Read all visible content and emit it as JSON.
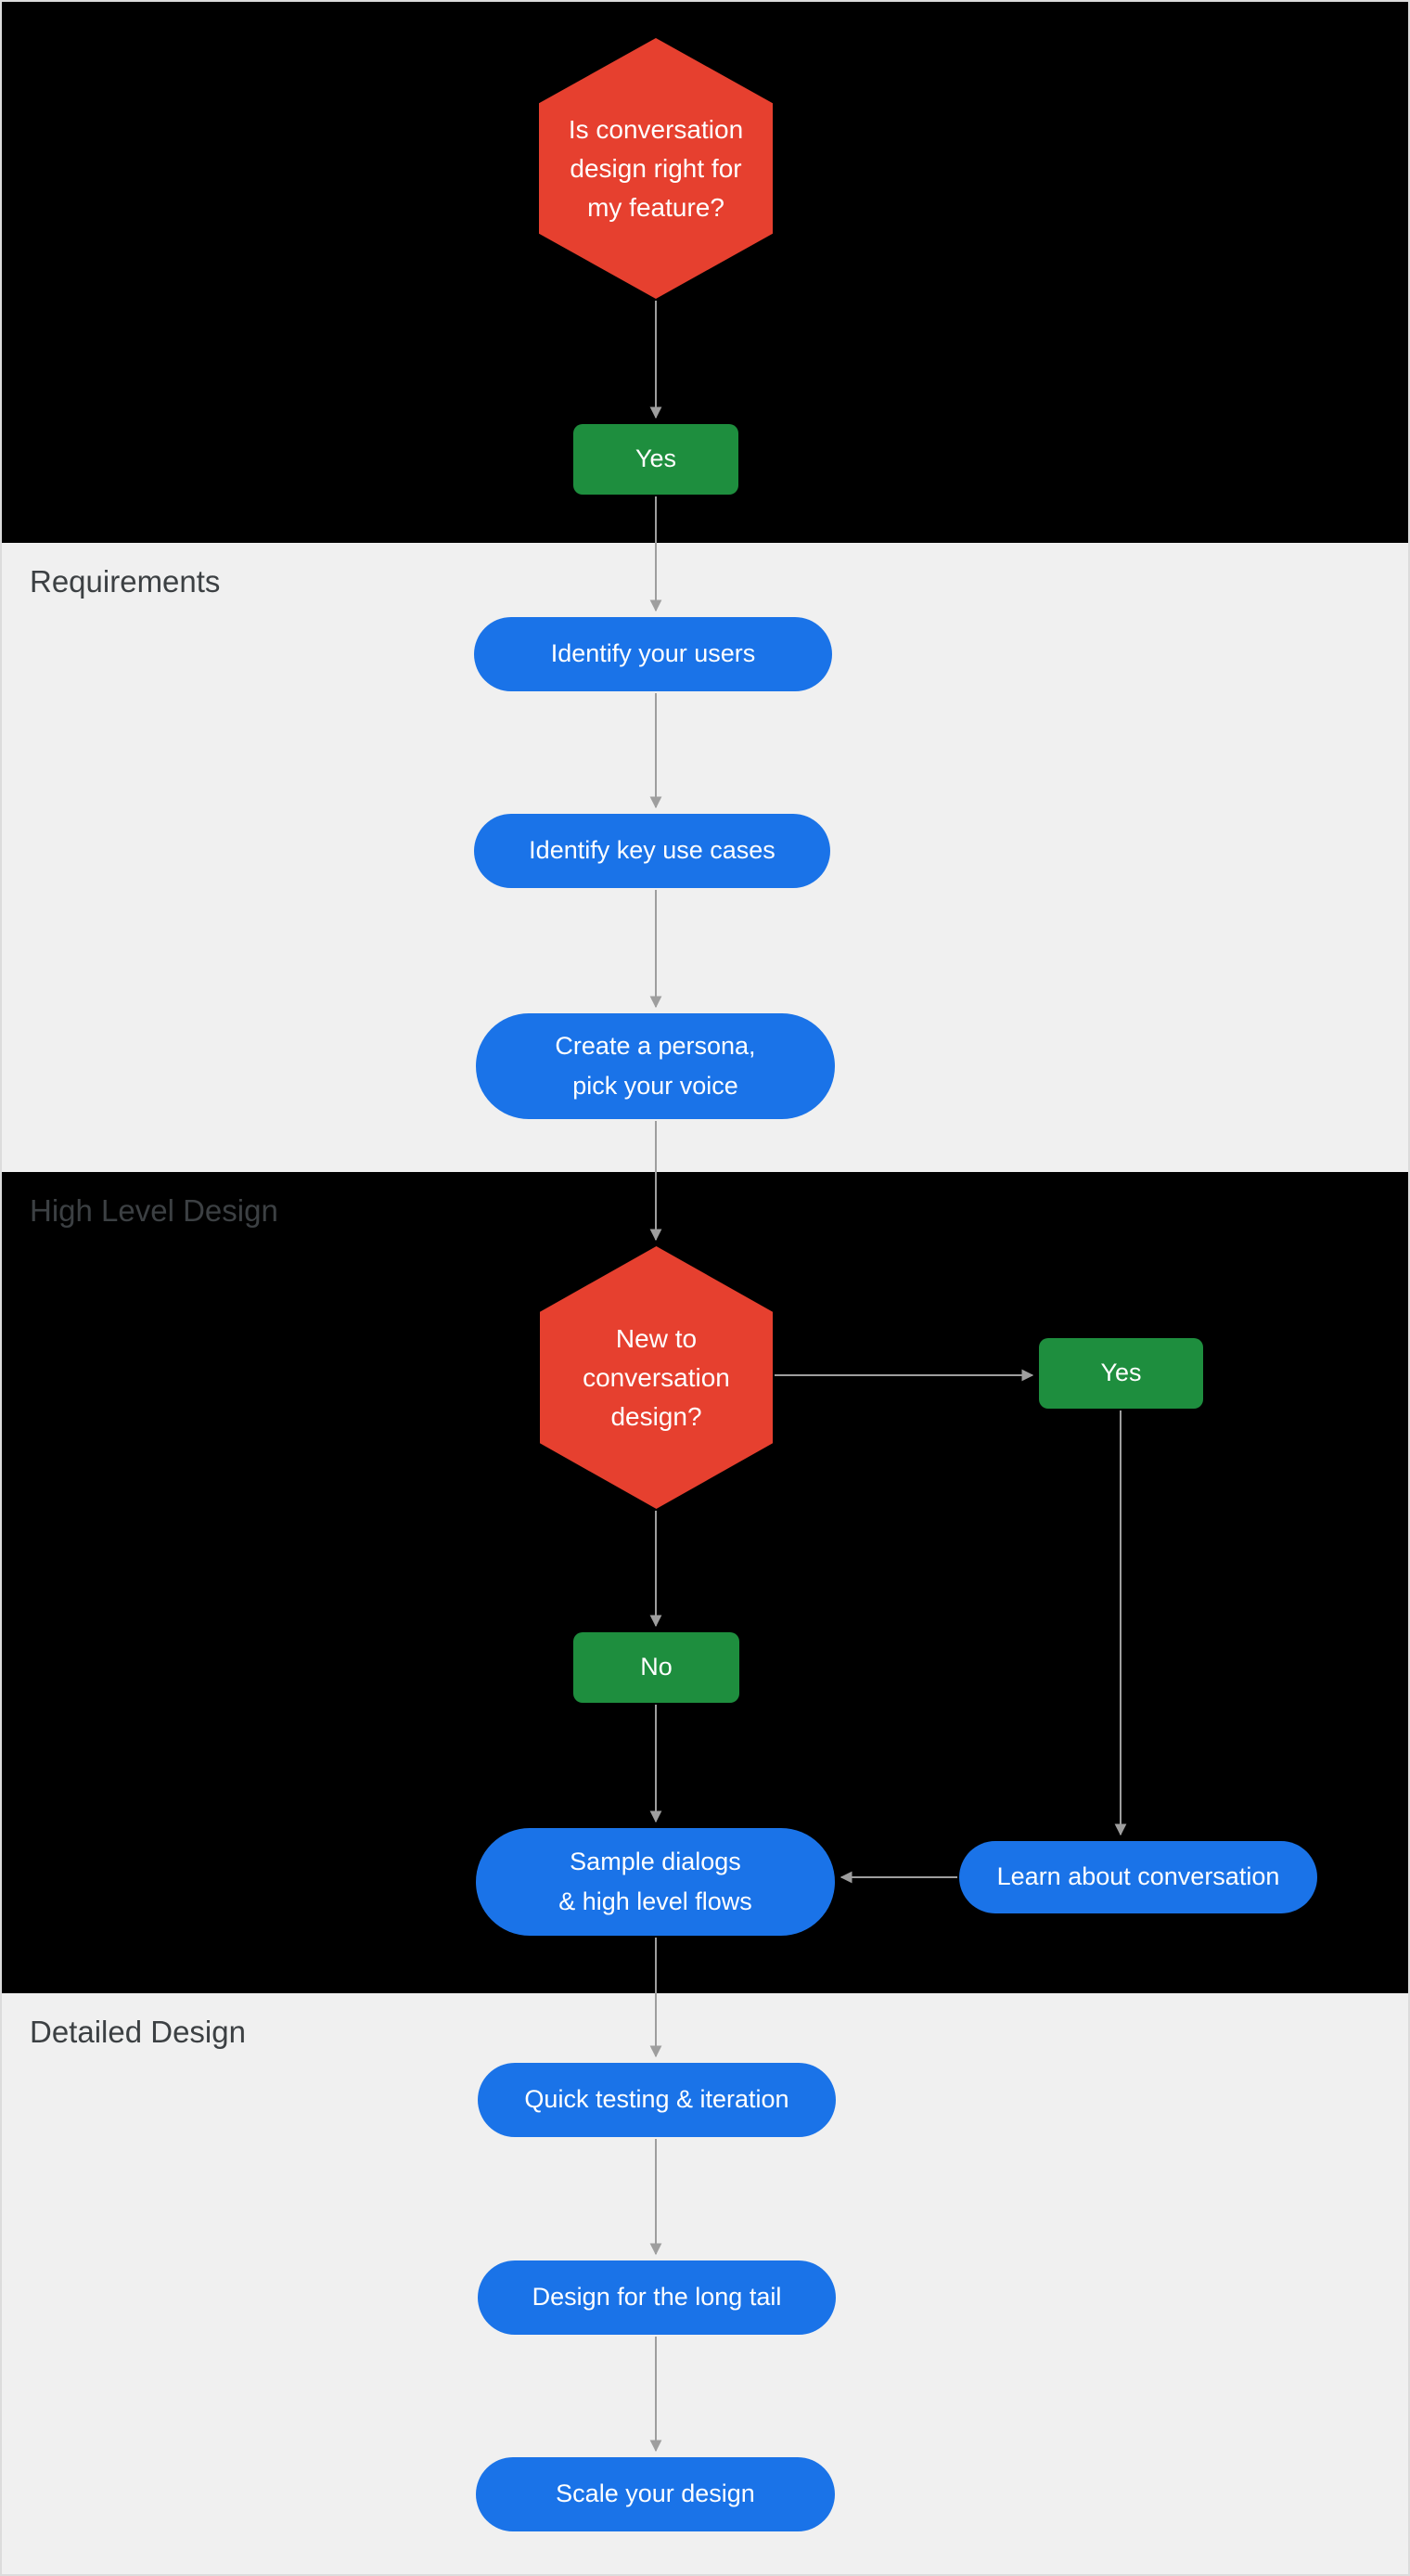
{
  "colors": {
    "decision_red": "#e6402f",
    "action_green": "#1e8e3e",
    "step_blue": "#1a73e8",
    "band_dark": "#000000",
    "band_light": "#f0f0f0",
    "arrow_gray": "#9e9e9e",
    "section_label": "#3c4043",
    "node_text": "#ffffff"
  },
  "sections": {
    "requirements": {
      "label": "Requirements"
    },
    "high_level_design": {
      "label": "High Level Design"
    },
    "detailed_design": {
      "label": "Detailed Design"
    }
  },
  "nodes": {
    "decision_right_for_feature": {
      "label": "Is conversation\ndesign right for\nmy feature?"
    },
    "yes_1": {
      "label": "Yes"
    },
    "identify_users": {
      "label": "Identify your users"
    },
    "identify_use_cases": {
      "label": "Identify key use cases"
    },
    "create_persona": {
      "label": "Create a persona,\npick your voice"
    },
    "new_to_conversation_design": {
      "label": "New to\nconversation\ndesign?"
    },
    "yes_2": {
      "label": "Yes"
    },
    "no": {
      "label": "No"
    },
    "sample_dialogs": {
      "label": "Sample dialogs\n& high level flows"
    },
    "learn_about_conversation": {
      "label": "Learn about conversation"
    },
    "quick_testing": {
      "label": "Quick testing & iteration"
    },
    "design_long_tail": {
      "label": "Design for the long tail"
    },
    "scale_design": {
      "label": "Scale your design"
    }
  },
  "edges": [
    {
      "from": "decision_right_for_feature",
      "to": "yes_1"
    },
    {
      "from": "yes_1",
      "to": "identify_users"
    },
    {
      "from": "identify_users",
      "to": "identify_use_cases"
    },
    {
      "from": "identify_use_cases",
      "to": "create_persona"
    },
    {
      "from": "create_persona",
      "to": "new_to_conversation_design"
    },
    {
      "from": "new_to_conversation_design",
      "to": "yes_2"
    },
    {
      "from": "new_to_conversation_design",
      "to": "no"
    },
    {
      "from": "no",
      "to": "sample_dialogs"
    },
    {
      "from": "yes_2",
      "to": "learn_about_conversation"
    },
    {
      "from": "learn_about_conversation",
      "to": "sample_dialogs"
    },
    {
      "from": "sample_dialogs",
      "to": "quick_testing"
    },
    {
      "from": "quick_testing",
      "to": "design_long_tail"
    },
    {
      "from": "design_long_tail",
      "to": "scale_design"
    }
  ]
}
